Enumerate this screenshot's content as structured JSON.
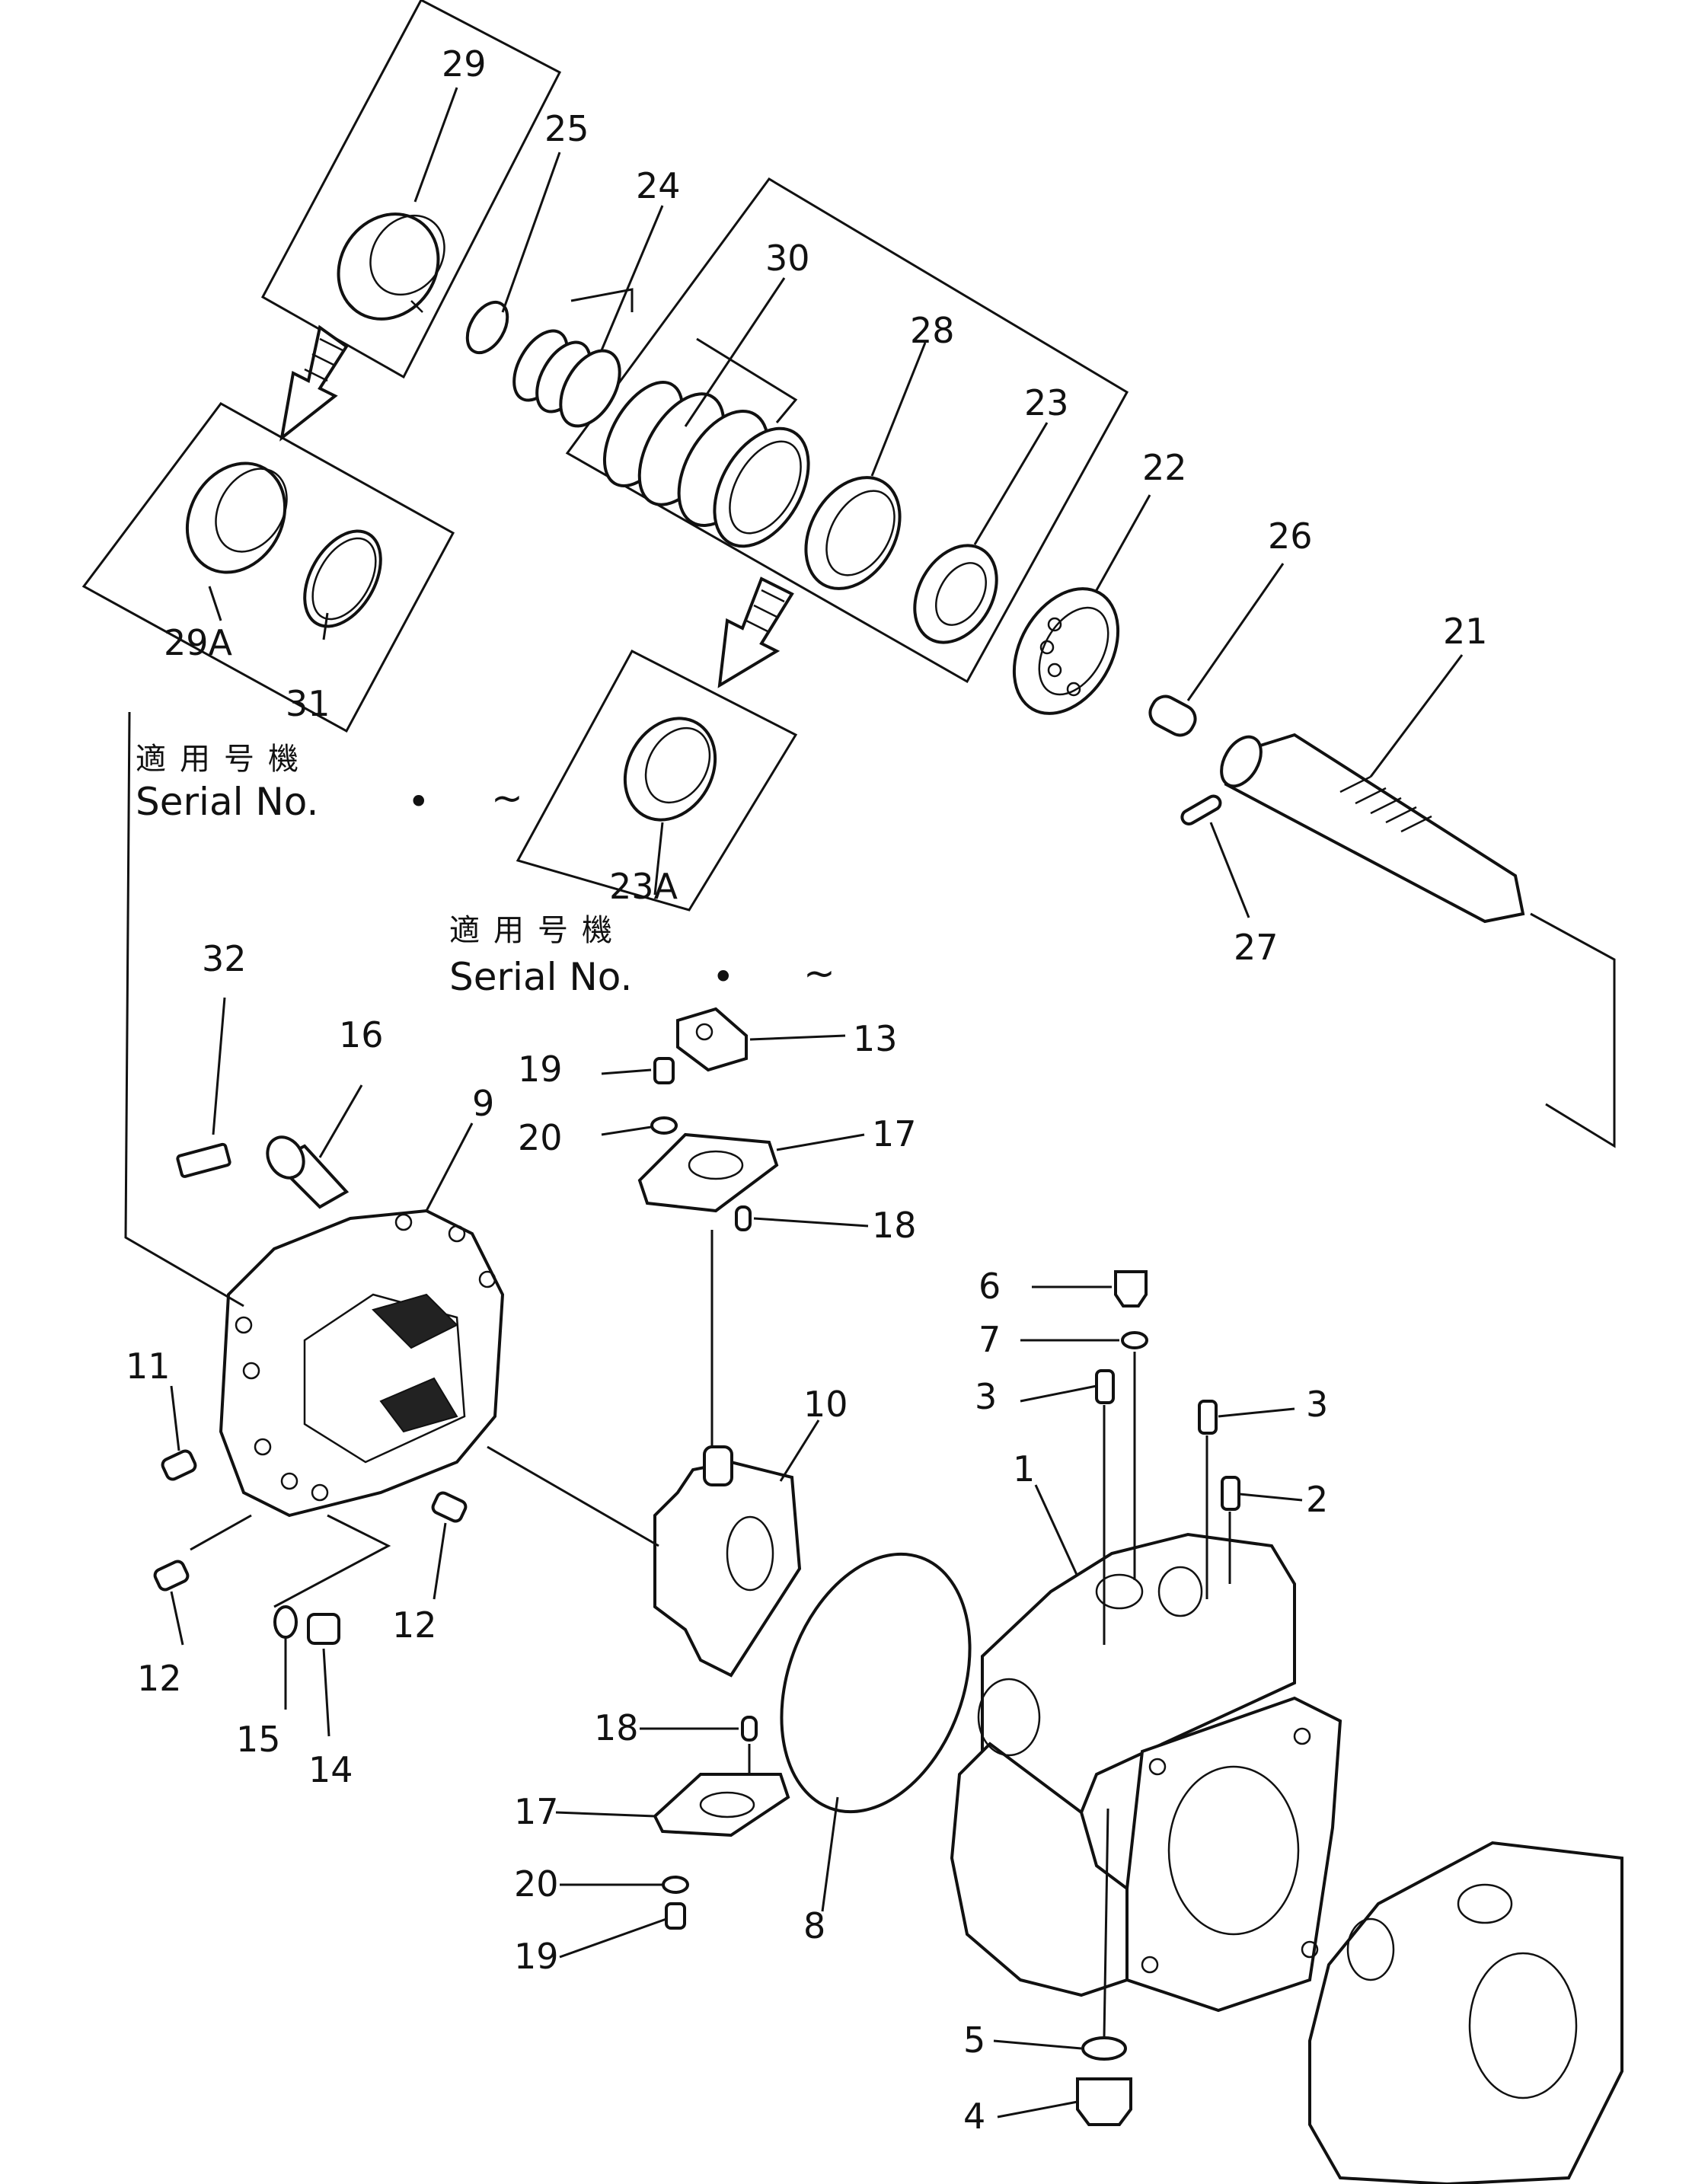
{
  "parts": [
    {
      "label": "1"
    },
    {
      "label": "2"
    },
    {
      "label": "3"
    },
    {
      "label": "3"
    },
    {
      "label": "4"
    },
    {
      "label": "5"
    },
    {
      "label": "6"
    },
    {
      "label": "7"
    },
    {
      "label": "8"
    },
    {
      "label": "9"
    },
    {
      "label": "10"
    },
    {
      "label": "11"
    },
    {
      "label": "12"
    },
    {
      "label": "12"
    },
    {
      "label": "13"
    },
    {
      "label": "14"
    },
    {
      "label": "15"
    },
    {
      "label": "16"
    },
    {
      "label": "17"
    },
    {
      "label": "17"
    },
    {
      "label": "18"
    },
    {
      "label": "18"
    },
    {
      "label": "19"
    },
    {
      "label": "19"
    },
    {
      "label": "20"
    },
    {
      "label": "20"
    },
    {
      "label": "21"
    },
    {
      "label": "22"
    },
    {
      "label": "23"
    },
    {
      "label": "23A"
    },
    {
      "label": "24"
    },
    {
      "label": "25"
    },
    {
      "label": "26"
    },
    {
      "label": "27"
    },
    {
      "label": "28"
    },
    {
      "label": "29"
    },
    {
      "label": "29A"
    },
    {
      "label": "30"
    },
    {
      "label": "31"
    },
    {
      "label": "32"
    }
  ],
  "serial_notes": [
    {
      "jp": "適用号機",
      "en": "Serial No.",
      "dot": "•",
      "tilde": "~"
    },
    {
      "jp": "適用号機",
      "en": "Serial No.",
      "dot": "•",
      "tilde": "~"
    }
  ]
}
